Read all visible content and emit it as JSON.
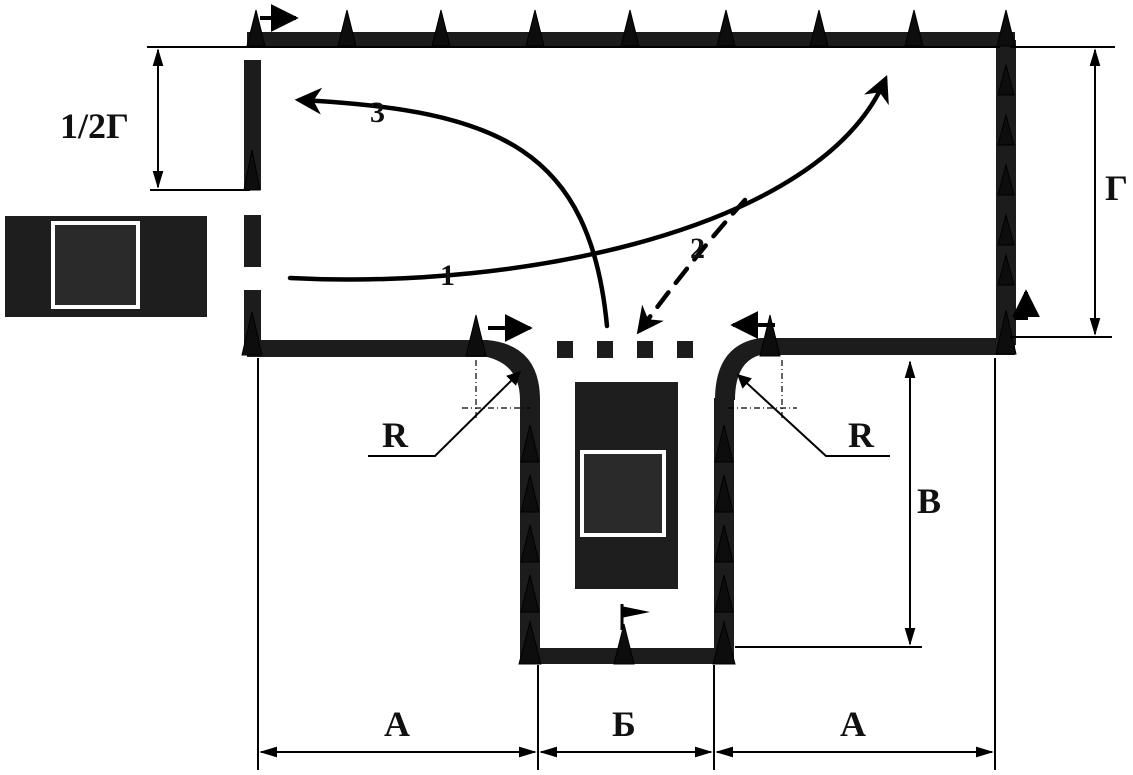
{
  "diagram": {
    "dimension_labels": {
      "half_gamma": "1/2Г",
      "gamma": "Г",
      "v": "В",
      "a_left": "А",
      "b": "Б",
      "a_right": "А",
      "r_left": "R",
      "r_right": "R"
    },
    "route_labels": {
      "route_1": "1",
      "route_2": "2",
      "route_3": "3"
    },
    "colors": {
      "ink": "#000000",
      "wall": "#1c1c1c",
      "car_body": "#1e1e1e",
      "car_window": "#2a2a2a",
      "background": "#ffffff"
    },
    "icons": [
      "car-icon",
      "cone-icon",
      "arrow-icon",
      "flag-icon"
    ]
  }
}
